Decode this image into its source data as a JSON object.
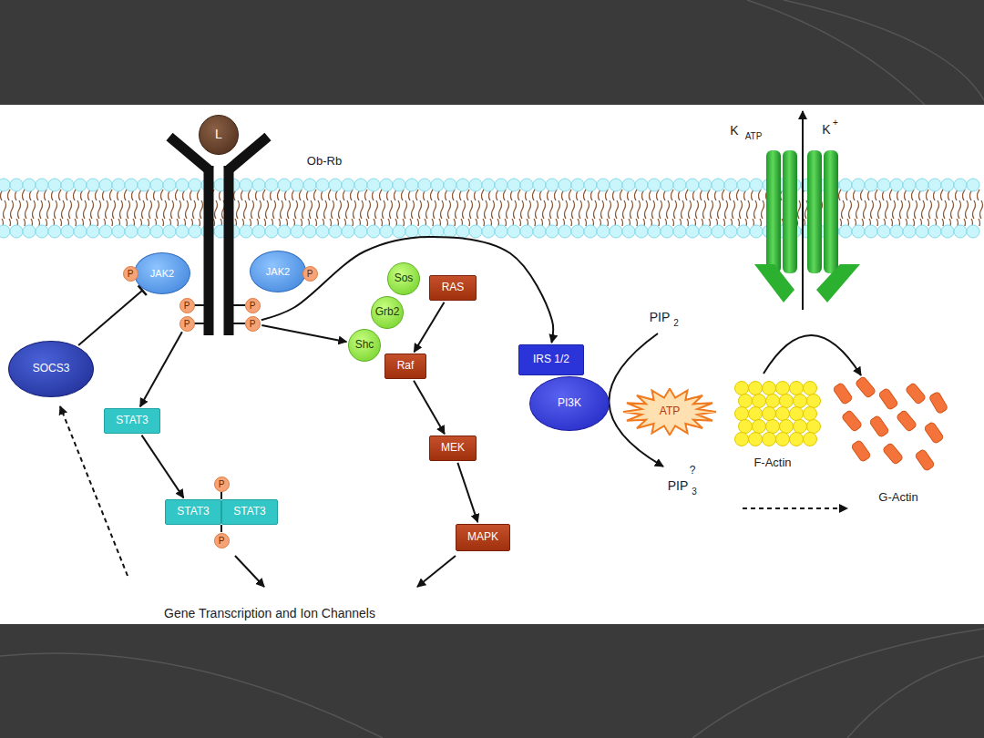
{
  "diagram": {
    "nodes": [
      {
        "text": [
          "L"
        ]
      },
      {
        "text": [
          "P"
        ]
      },
      {
        "text": [
          "JAK2"
        ]
      },
      {
        "text": [
          "JAK2"
        ]
      },
      {
        "text": [
          "P"
        ]
      },
      {
        "text": [
          "P"
        ]
      },
      {
        "text": [
          "P"
        ]
      },
      {
        "text": [
          "P"
        ]
      },
      {
        "text": [
          "P"
        ]
      },
      {
        "text": [
          "Sos"
        ]
      },
      {
        "text": [
          "RAS"
        ]
      },
      {
        "text": [
          "Grb2"
        ]
      },
      {
        "text": [
          "Shc"
        ]
      },
      {
        "text": [
          "SOCS3"
        ]
      },
      {
        "text": [
          "Raf"
        ]
      },
      {
        "text": [
          "IRS 1/2"
        ]
      },
      {
        "text": [
          "PI3K"
        ]
      },
      {
        "text": [
          "ATP"
        ]
      },
      {
        "text": [
          "STAT3"
        ]
      },
      {
        "text": [
          "MEK"
        ]
      },
      {
        "text": [
          "P"
        ]
      },
      {
        "text": [
          "STAT3"
        ]
      },
      {
        "text": [
          "STAT3"
        ]
      },
      {
        "text": [
          "P"
        ]
      },
      {
        "text": [
          "MAPK"
        ]
      }
    ],
    "edges": [
      {
        "from": 13,
        "to": 2,
        "arrow": "to"
      },
      {
        "from": 6,
        "to": 18,
        "arrow": "to"
      },
      {
        "from": 18,
        "to": 21,
        "arrow": "to"
      },
      {
        "from": 8,
        "to": 12,
        "arrow": "to"
      },
      {
        "from": 8,
        "to": 15,
        "arrow": "to"
      },
      {
        "from": 10,
        "to": 14,
        "arrow": "to"
      },
      {
        "from": 14,
        "to": 19,
        "arrow": "to"
      },
      {
        "from": 19,
        "to": 24,
        "arrow": "to"
      }
    ],
    "labels": [
      "Ob-Rb",
      "K",
      "ATP",
      "K",
      "+",
      "PIP",
      "2",
      "?",
      "PIP",
      "3",
      "F-Actin",
      "G-Actin",
      "Gene Transcription and Ion Channels"
    ]
  }
}
